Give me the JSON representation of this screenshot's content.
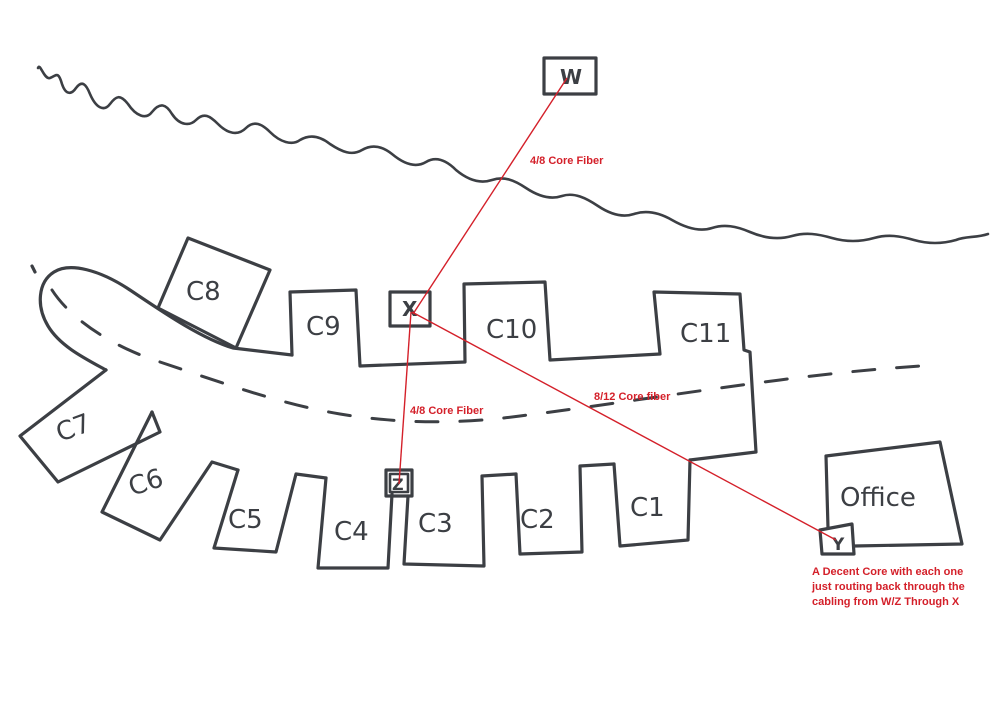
{
  "nodes": {
    "w": "W",
    "x": "X",
    "y": "Y",
    "z": "Z"
  },
  "buildings": {
    "c1": "C1",
    "c2": "C2",
    "c3": "C3",
    "c4": "C4",
    "c5": "C5",
    "c6": "C6",
    "c7": "C7",
    "c8": "C8",
    "c9": "C9",
    "c10": "C10",
    "c11": "C11",
    "office": "Office"
  },
  "links": {
    "w_to_x": "4/8 Core Fiber",
    "x_to_z": "4/8 Core Fiber",
    "x_to_y": "8/12 Core fiber"
  },
  "note": {
    "line1": "A Decent Core with each one",
    "line2": "just routing back through the",
    "line3": "cabling from W/Z Through X"
  },
  "colors": {
    "ink": "#3c3f44",
    "fiber": "#d4202a"
  }
}
